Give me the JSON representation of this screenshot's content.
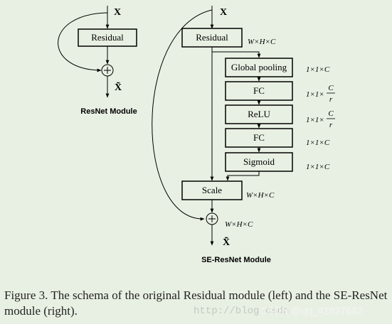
{
  "left_module": {
    "input": "X",
    "block": "Residual",
    "output": "X̃",
    "title": "ResNet Module"
  },
  "right_module": {
    "input": "X",
    "blocks": [
      "Residual",
      "Global pooling",
      "FC",
      "ReLU",
      "FC",
      "Sigmoid",
      "Scale"
    ],
    "dims": {
      "residual": "W×H×C",
      "global_pooling": "1×1×C",
      "fc1_prefix": "1×1×",
      "fc1_num": "C",
      "fc1_den": "r",
      "relu_prefix": "1×1×",
      "relu_num": "C",
      "relu_den": "r",
      "fc2": "1×1×C",
      "sigmoid": "1×1×C",
      "scale": "W×H×C",
      "sum": "W×H×C"
    },
    "output": "X̃",
    "title": "SE-ResNet Module"
  },
  "caption": "Figure 3. The schema of the original Residual module (left) and the SE-ResNet module (right).",
  "watermark": "http://blog.csdn",
  "csdn_label": "CSDN @qq_41627642"
}
